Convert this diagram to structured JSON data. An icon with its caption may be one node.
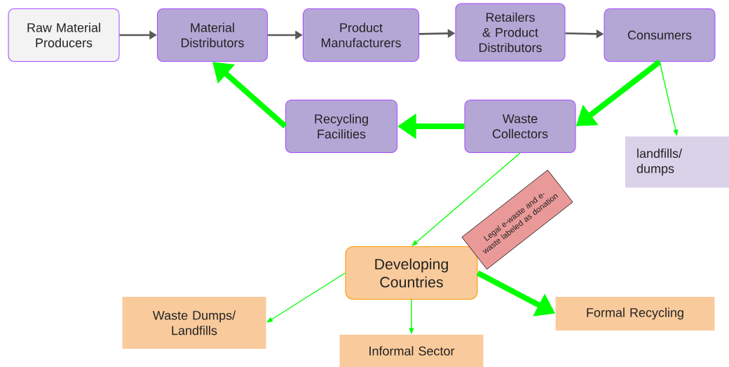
{
  "diagram": {
    "nodes": [
      {
        "text": [
          "Raw Material Producers"
        ]
      },
      {
        "text": [
          "Material Distributors"
        ]
      },
      {
        "text": [
          "Product Manufacturers"
        ]
      },
      {
        "text": [
          "Retailers & Product Distributors"
        ]
      },
      {
        "text": [
          "Consumers"
        ]
      },
      {
        "text": [
          "Recycling Facilities"
        ]
      },
      {
        "text": [
          "Waste Collectors"
        ]
      },
      {
        "text": [
          "landfills/ dumps"
        ]
      },
      {
        "text": [
          "Developing Countries"
        ]
      },
      {
        "text": [
          "Waste Dumps/ Landfills"
        ]
      },
      {
        "text": [
          "Informal Sector"
        ]
      },
      {
        "text": [
          "Formal Recycling"
        ]
      }
    ],
    "edges": [
      {
        "from": 0,
        "to": 1,
        "arrow": "to",
        "color": "#595959"
      },
      {
        "from": 1,
        "to": 2,
        "arrow": "to",
        "color": "#595959"
      },
      {
        "from": 2,
        "to": 3,
        "arrow": "to",
        "color": "#595959"
      },
      {
        "from": 3,
        "to": 4,
        "arrow": "to",
        "color": "#595959"
      },
      {
        "from": 4,
        "to": 6,
        "arrow": "to",
        "style": "thick"
      },
      {
        "from": 6,
        "to": 5,
        "arrow": "to",
        "style": "thick"
      },
      {
        "from": 5,
        "to": 1,
        "arrow": "to",
        "style": "thick"
      },
      {
        "from": 4,
        "to": 7,
        "arrow": "to"
      },
      {
        "from": 6,
        "to": 8,
        "arrow": "to",
        "label": "Legal e-waste and e-waste labeled as donation"
      },
      {
        "from": 8,
        "to": 9,
        "arrow": "to"
      },
      {
        "from": 8,
        "to": 10,
        "arrow": "to"
      },
      {
        "from": 8,
        "to": 11,
        "arrow": "to",
        "style": "thick"
      }
    ]
  }
}
